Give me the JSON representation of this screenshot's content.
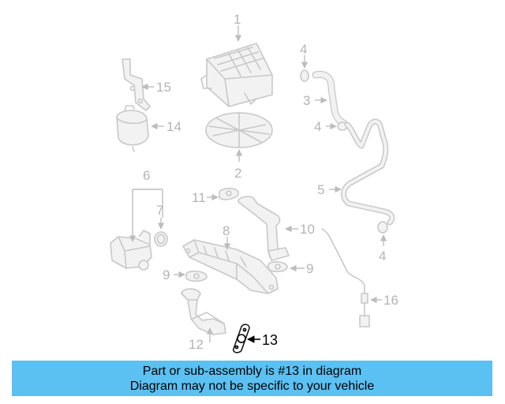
{
  "callouts": {
    "c1": "1",
    "c2": "2",
    "c3": "3",
    "c4a": "4",
    "c4b": "4",
    "c4c": "4",
    "c5": "5",
    "c6": "6",
    "c7": "7",
    "c8": "8",
    "c9a": "9",
    "c9b": "9",
    "c10": "10",
    "c11": "11",
    "c12": "12",
    "c13": "13",
    "c14": "14",
    "c15": "15",
    "c16": "16"
  },
  "highlighted_part": "13",
  "colors": {
    "banner": "#5bc0f2",
    "part_outline": "#c8c8c8",
    "highlight": "#000000"
  },
  "banner": {
    "line1": "Part or sub-assembly is #13 in diagram",
    "line2": "Diagram may not be specific to your vehicle"
  }
}
